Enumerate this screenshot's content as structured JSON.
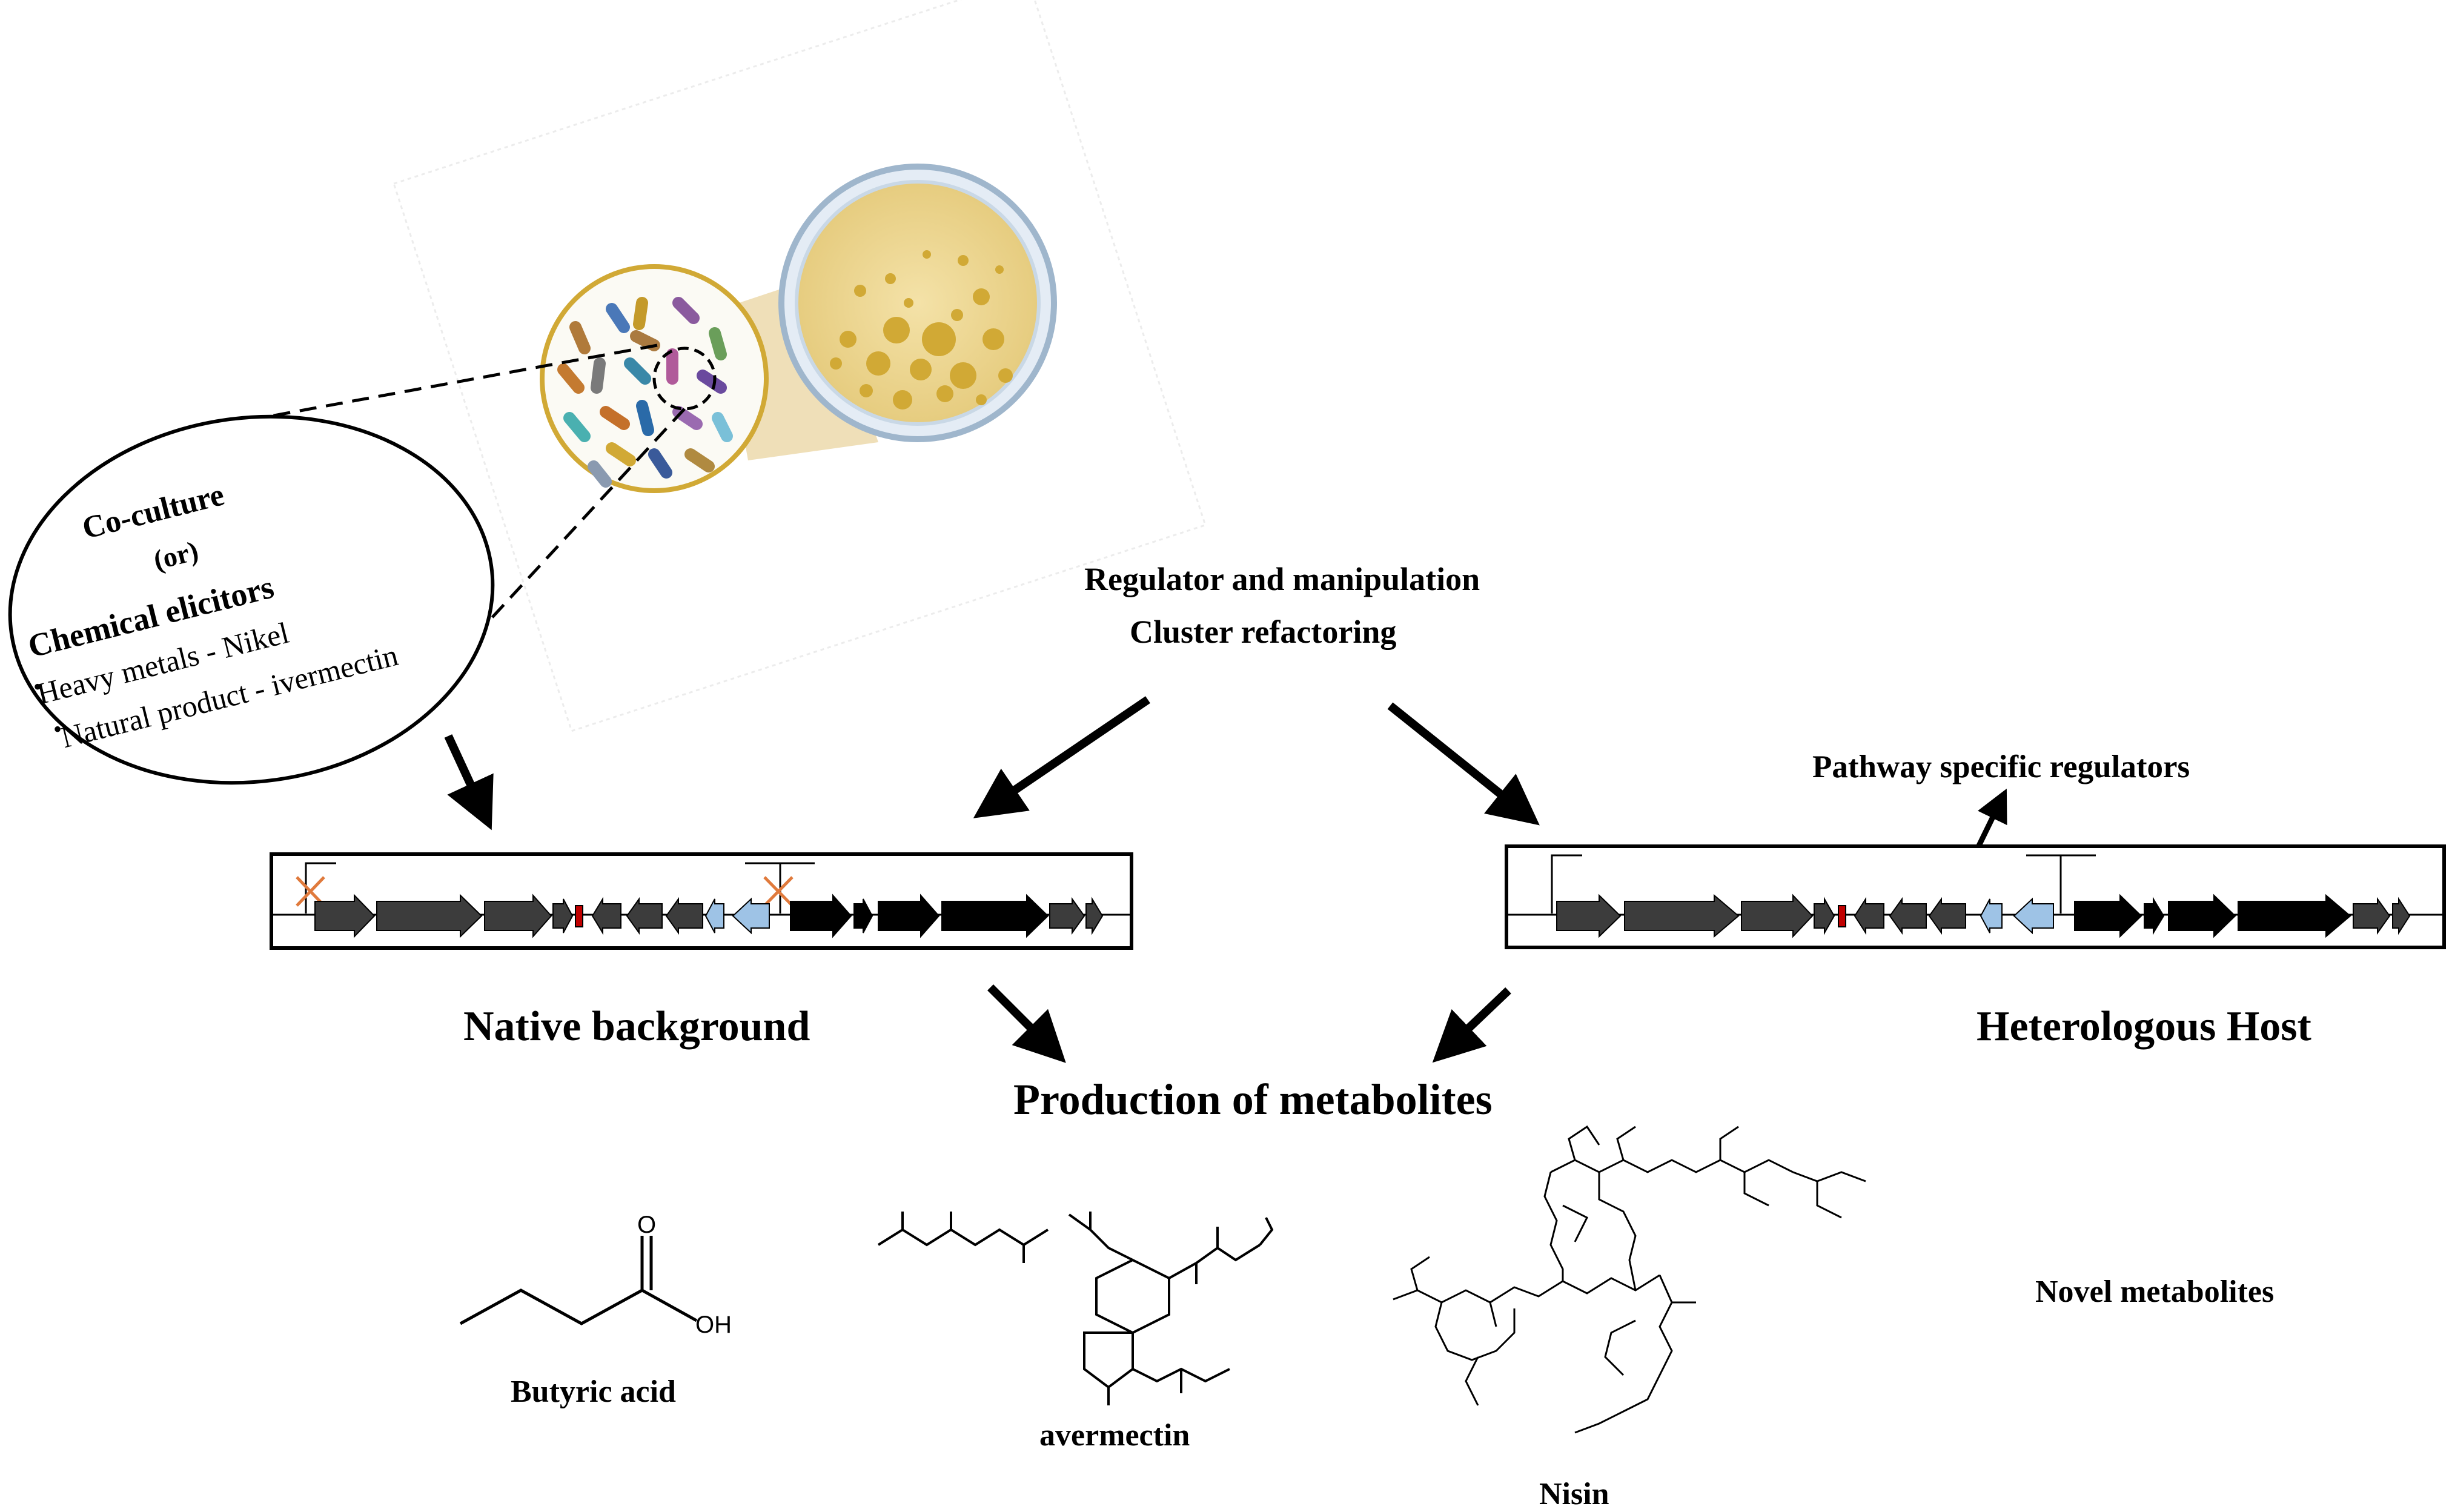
{
  "culture": {
    "line1": "Co-culture",
    "line2": "(or)",
    "line3": "Chemical elicitors",
    "items": [
      "Heavy metals  - Nikel",
      "Natural product - ivermectin"
    ]
  },
  "strategy": {
    "line1": "Regulator and manipulation",
    "line2": "Cluster refactoring"
  },
  "pathway_label": "Pathway specific regulators",
  "native_label": "Native background",
  "host_label": "Heterologous  Host",
  "production_label": "Production of metabolites",
  "metabolites": {
    "butyric": "Butyric acid",
    "avermectin": "avermectin",
    "nisin": "Nisin",
    "novel": "Novel  metabolites",
    "oxygen_label": "O",
    "hydroxyl_label": "OH"
  },
  "colors": {
    "gene_dark": "#3c3c3c",
    "gene_black": "#000000",
    "gene_blue": "#9ec3e6",
    "gene_red": "#c00000",
    "knockout": "#e07a3c",
    "petri": "#e8c56a"
  }
}
